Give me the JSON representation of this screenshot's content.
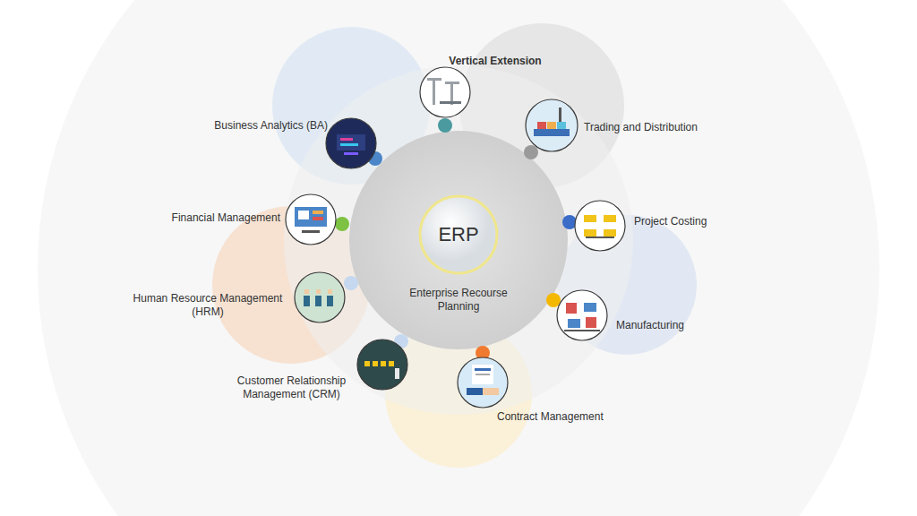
{
  "diagram": {
    "nodes": [
      {
        "text": [
          "Enterprise Recourse Planning"
        ]
      },
      {
        "text": [
          "ERP"
        ],
        "in": 0
      },
      {
        "text": [
          "Vertical Extension"
        ]
      },
      {
        "text": [
          "Business Analytics (BA)"
        ]
      },
      {
        "text": [
          "Trading and Distribution"
        ]
      },
      {
        "text": [
          "Financial Management"
        ]
      },
      {
        "text": [
          "Project Costing"
        ]
      },
      {
        "text": [
          "Human Resource Management (HRM)"
        ]
      },
      {
        "text": [
          "Manufacturing"
        ]
      },
      {
        "text": [
          "Customer Relationship Management (CRM)"
        ]
      },
      {
        "text": [
          "Contract Management"
        ]
      }
    ]
  }
}
